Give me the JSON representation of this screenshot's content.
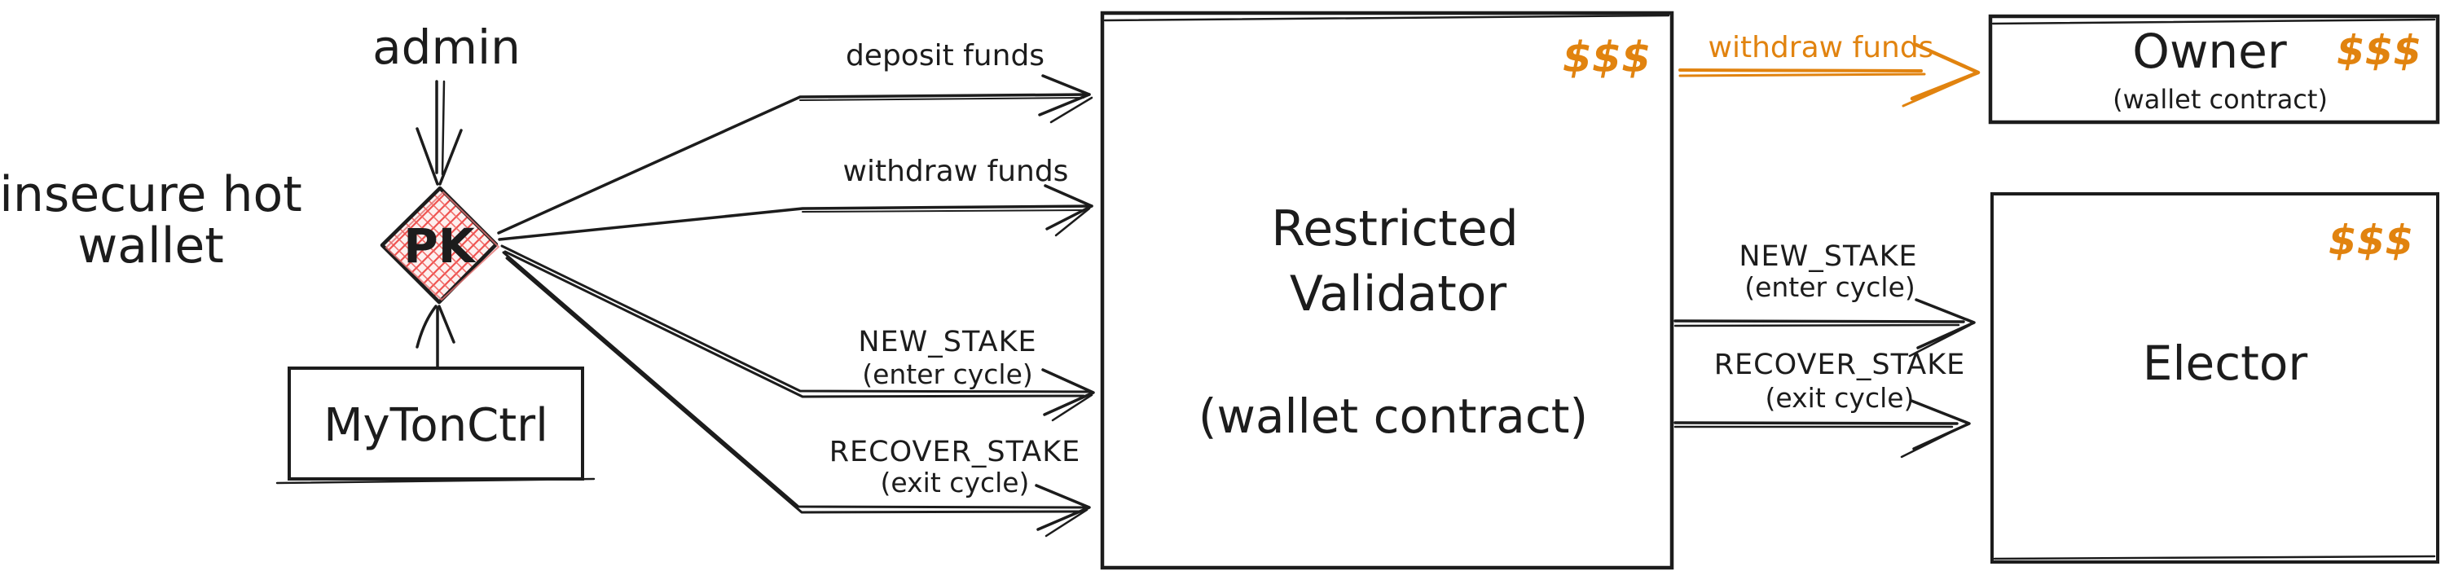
{
  "colors": {
    "ink": "#1c1c1c",
    "accent_orange": "#e1830f",
    "diamond_hatch_red": "#ef5350",
    "background": "#ffffff"
  },
  "annotations": {
    "admin": "admin",
    "insecure_hot_wallet_line1": "insecure hot",
    "insecure_hot_wallet_line2": "wallet"
  },
  "nodes": {
    "pk": {
      "label": "PK"
    },
    "mytonctrl": {
      "label": "MyTonCtrl"
    },
    "validator": {
      "name_line1": "Restricted",
      "name_line2": "Validator",
      "type": "(wallet contract)",
      "badge": "$$$"
    },
    "owner": {
      "name": "Owner",
      "type": "(wallet contract)",
      "badge": "$$$"
    },
    "elector": {
      "name": "Elector",
      "badge": "$$$"
    }
  },
  "edges": {
    "deposit": {
      "label": "deposit funds"
    },
    "withdraw": {
      "label": "withdraw funds"
    },
    "new_stake": {
      "label": "NEW_STAKE",
      "sublabel": "(enter cycle)"
    },
    "recover_stake": {
      "label": "RECOVER_STAKE",
      "sublabel": "(exit cycle)"
    },
    "owner_withdraw": {
      "label": "withdraw funds"
    },
    "elector_new_stake": {
      "label": "NEW_STAKE",
      "sublabel": "(enter cycle)"
    },
    "elector_recover_stake": {
      "label": "RECOVER_STAKE",
      "sublabel": "(exit cycle)"
    }
  }
}
